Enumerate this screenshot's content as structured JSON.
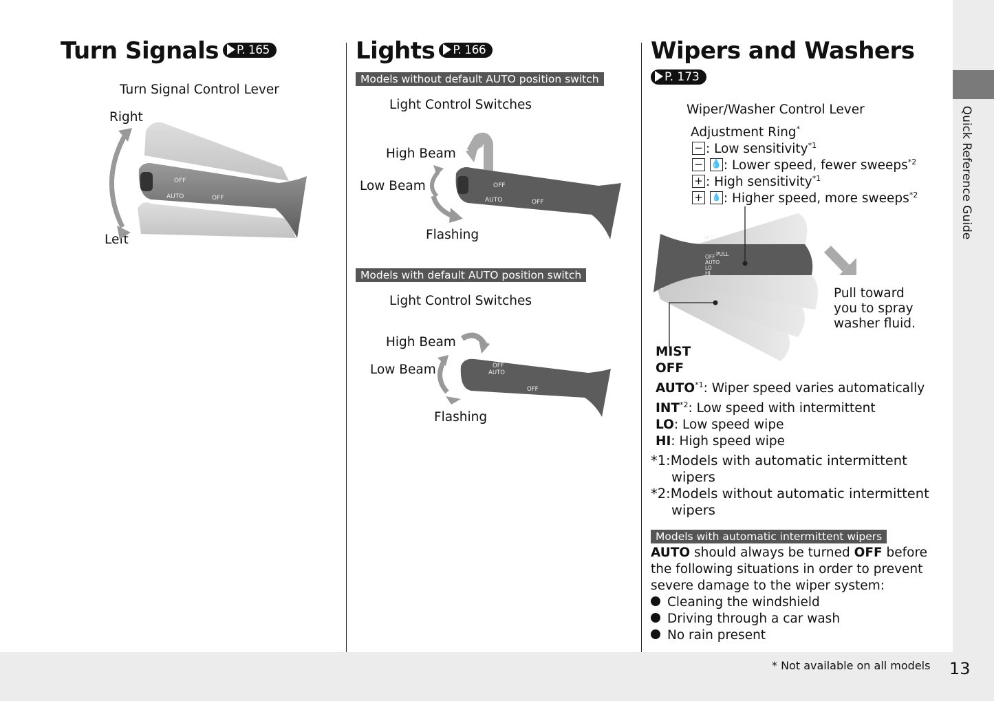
{
  "turn_signals": {
    "title": "Turn Signals",
    "page_ref": "P. 165",
    "lever_label": "Turn Signal Control Lever",
    "right": "Right",
    "left": "Left"
  },
  "lights": {
    "title": "Lights",
    "page_ref": "P. 166",
    "band1": "Models without default AUTO position switch",
    "switches1": "Light Control Switches",
    "high_beam1": "High Beam",
    "low_beam1": "Low Beam",
    "flashing1": "Flashing",
    "band2": "Models with default AUTO position switch",
    "switches2": "Light Control Switches",
    "high_beam2": "High Beam",
    "low_beam2": "Low Beam",
    "flashing2": "Flashing"
  },
  "wipers": {
    "title": "Wipers and Washers",
    "page_ref": "P. 173",
    "lever_label": "Wiper/Washer Control Lever",
    "adjustment_ring": "Adjustment Ring",
    "adj_star": "*",
    "rows": [
      {
        "symbol": "−",
        "text": ": Low sensitivity",
        "note": "*1"
      },
      {
        "symbol": "−",
        "text": ": Lower speed, fewer sweeps",
        "note": "*2"
      },
      {
        "symbol": "+",
        "text": ": High sensitivity",
        "note": "*1"
      },
      {
        "symbol": "+",
        "text": ": Higher speed, more sweeps",
        "note": "*2"
      }
    ],
    "pull_line1": "Pull toward",
    "pull_line2": "you to spray",
    "pull_line3": "washer fluid.",
    "mist": "MIST",
    "off": "OFF",
    "auto_key": "AUTO",
    "auto_note": "*1",
    "auto_text": ": Wiper speed varies automatically",
    "int_key": "INT",
    "int_note": "*2",
    "int_text": ": Low speed with intermittent",
    "lo_key": "LO",
    "lo_text": ": Low speed wipe",
    "hi_key": "HI",
    "hi_text": ": High speed wipe",
    "footnote1_a": "*1:Models with automatic intermittent",
    "footnote1_b": "wipers",
    "footnote2_a": "*2:Models without automatic intermittent",
    "footnote2_b": "wipers",
    "band3": "Models with automatic intermittent wipers",
    "para_b1": "AUTO",
    "para_t1": " should always be turned ",
    "para_b2": "OFF",
    "para_t2": " before",
    "para_line2": "the following situations in order to prevent",
    "para_line3": "severe damage to the wiper system:",
    "bullets": [
      "Cleaning the windshield",
      "Driving through a car wash",
      "No rain present"
    ]
  },
  "lever_text": {
    "off": "OFF",
    "auto": "AUTO",
    "mist": "MIST",
    "pull": "PULL",
    "lo": "LO",
    "hi": "HI"
  },
  "side_tab": "Quick Reference Guide",
  "footer": {
    "note": "* Not available on all models",
    "page_number": "13"
  }
}
